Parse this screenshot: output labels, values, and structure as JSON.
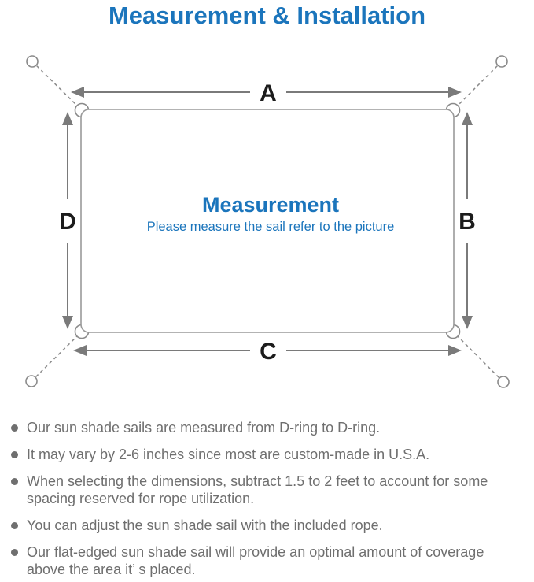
{
  "header": {
    "title": "Measurement & Installation"
  },
  "diagram": {
    "labels": {
      "top": "A",
      "right": "B",
      "bottom": "C",
      "left": "D"
    },
    "center": {
      "title": "Measurement",
      "subtitle": "Please measure the sail refer to the picture"
    }
  },
  "bullets": [
    {
      "text": "Our sun shade sails are measured from D-ring to D-ring."
    },
    {
      "text": "It may vary by 2-6 inches since most are custom-made in U.S.A."
    },
    {
      "text": "When selecting the dimensions, subtract 1.5 to 2 feet to account for some spacing reserved for rope utilization."
    },
    {
      "text": "You can adjust the sun shade sail with the included rope."
    },
    {
      "text": "Our flat-edged sun shade sail will provide an optimal amount of coverage above the area it’ s placed."
    }
  ],
  "colors": {
    "accent": "#1b75bc",
    "line": "#8a8a8a",
    "arrow": "#7a7a7a",
    "letter": "#1c1c1c",
    "body_text": "#6f6f6f"
  }
}
